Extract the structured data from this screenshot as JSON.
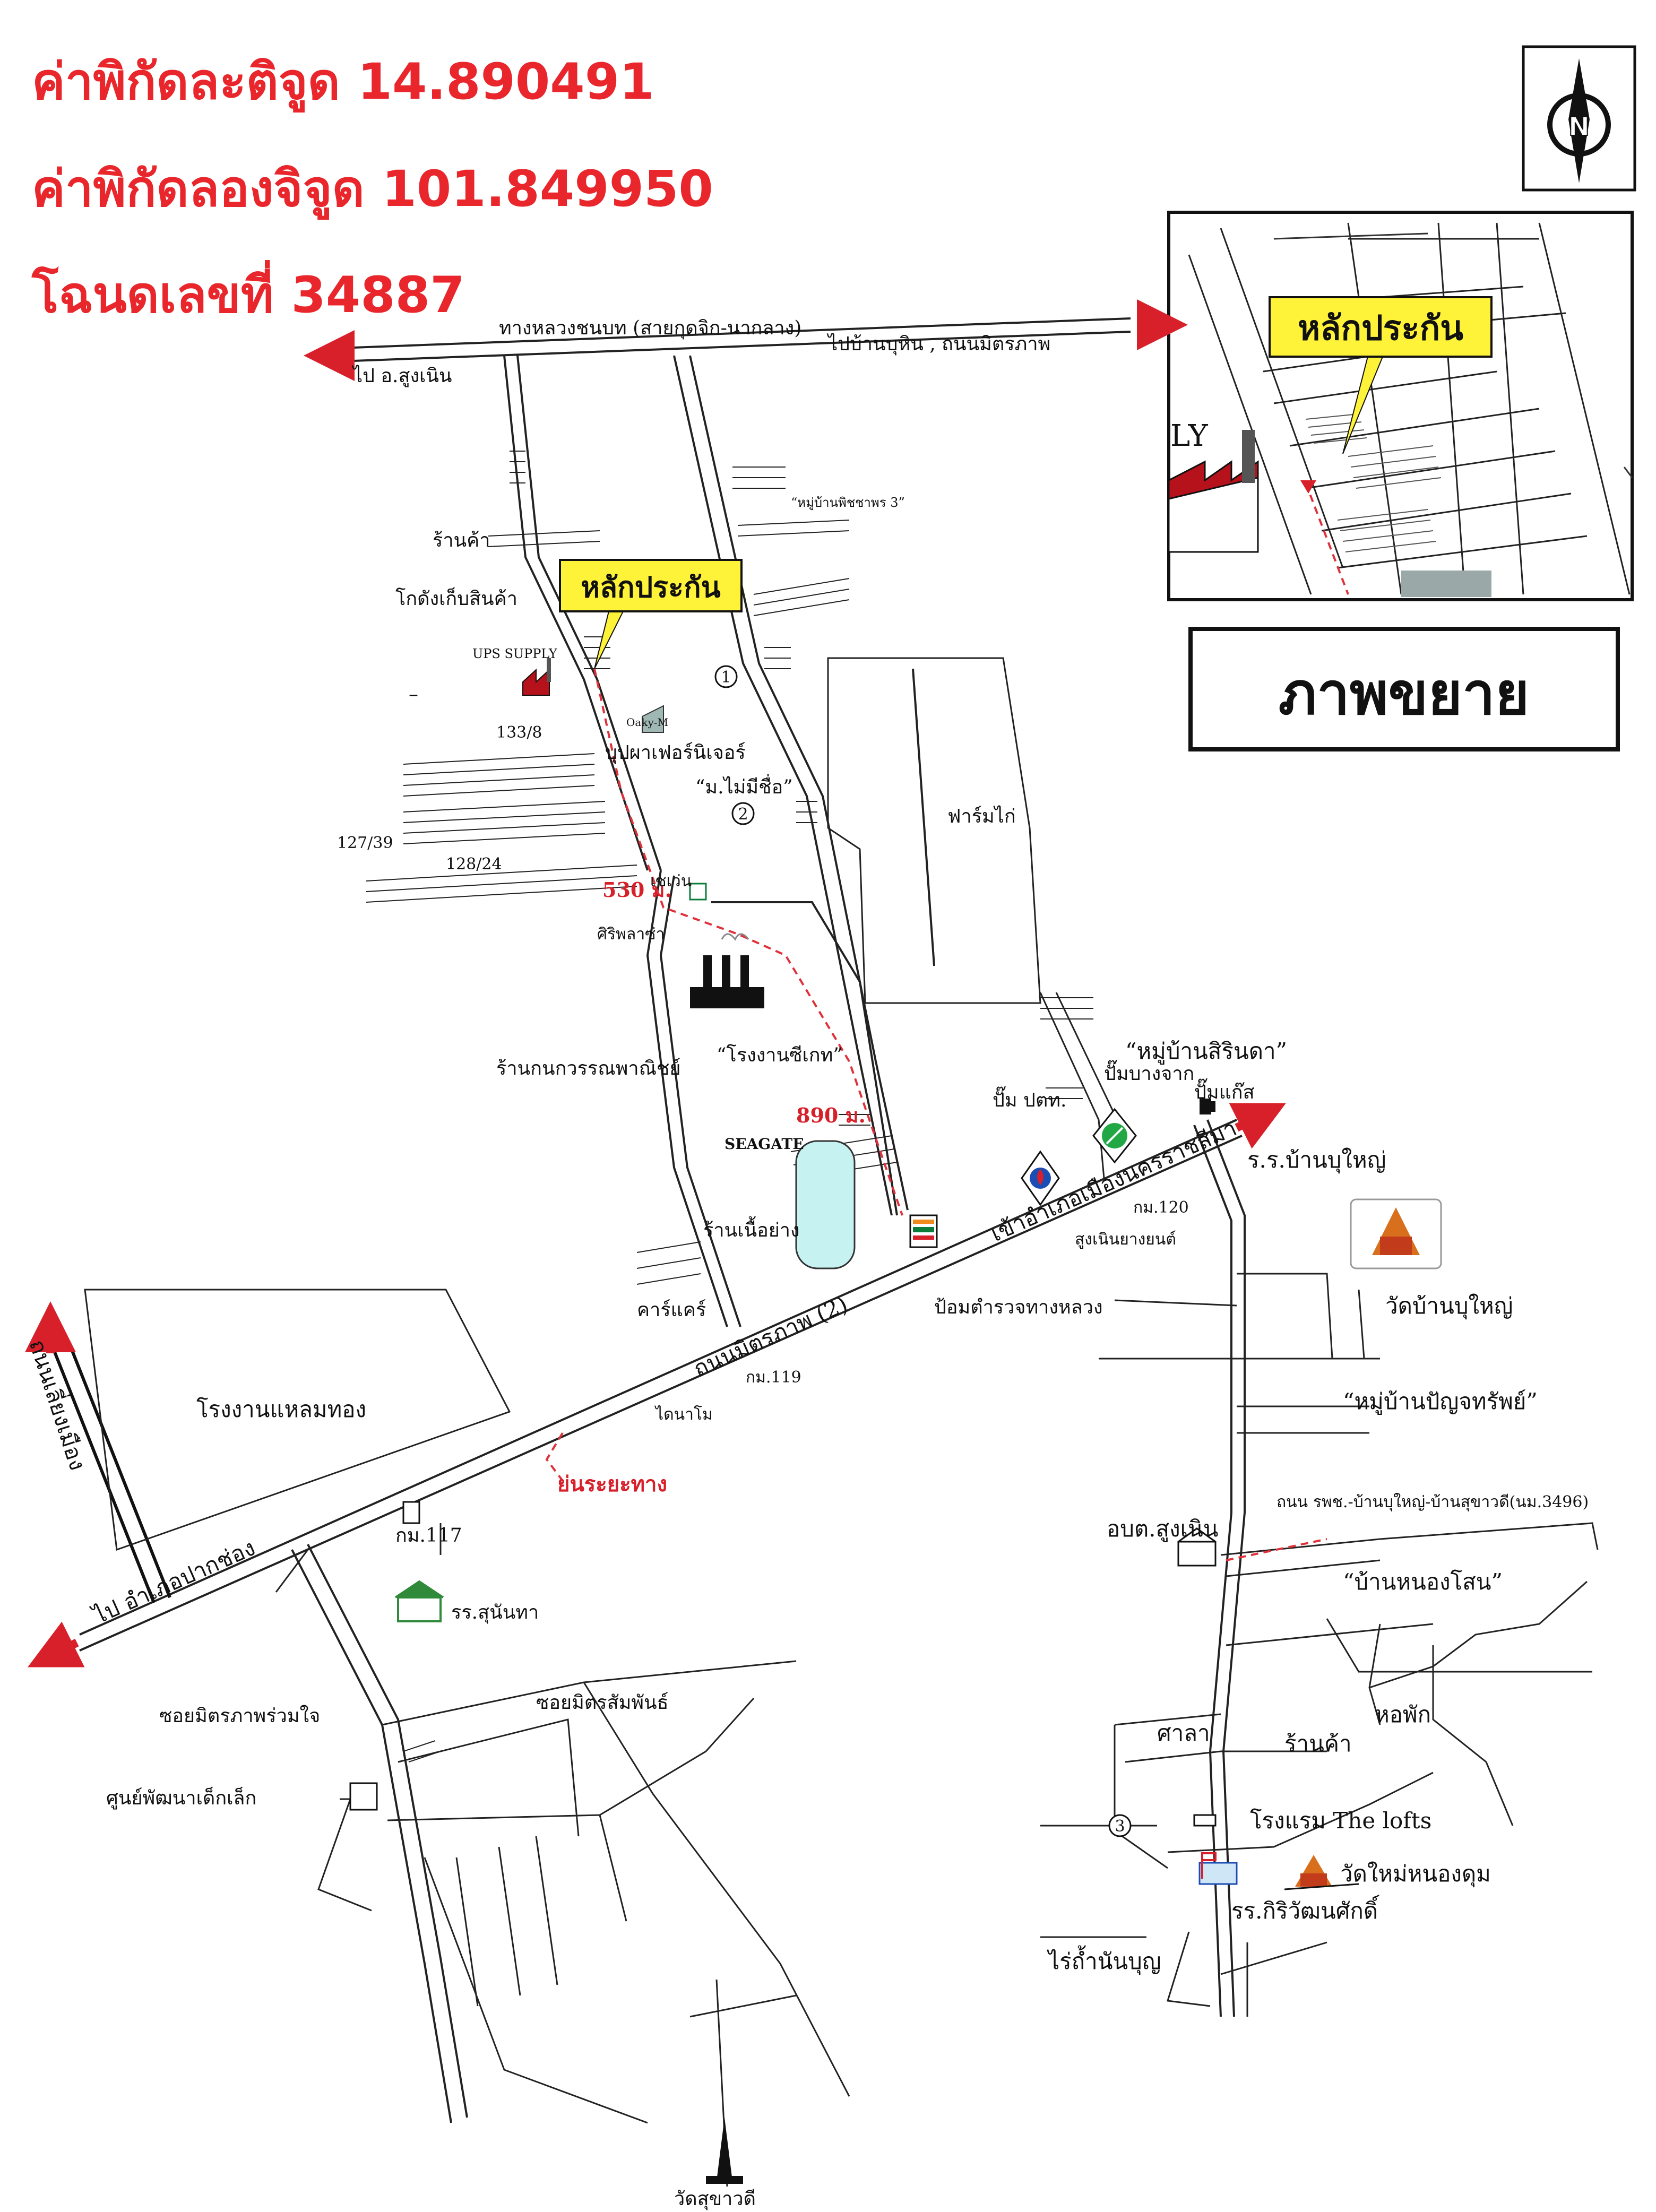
{
  "header": {
    "lat": "ค่าพิกัดละติจูด 14.890491",
    "lng": "ค่าพิกัดลองจิจูด 101.849950",
    "deed": "โฉนดเลขที่ 34887"
  },
  "compass": {
    "letter": "N"
  },
  "inset": {
    "marker": "หลักประกัน",
    "building_text": "LY"
  },
  "zoom_caption": "ภาพขยาย",
  "marker_main": "หลักประกัน",
  "roads": {
    "top_road": "ทางหลวงชนบท (สายกุดจิก-นากลาง)",
    "to_sungnoen": "ไป อ.สูงเนิน",
    "to_ban_buhin": "ไปบ้านบุหิน , ถนนมิตรภาพ",
    "mittraphap": "ถนนมิตรภาพ (2)",
    "to_korat": "เข้าอำเภอเมืองนครราชสีมา",
    "to_pakchong": "ไป อำเภอปากช่อง",
    "left_vertical": "ถนนเลี่ยงเมือง",
    "rps_road": "ถนน รพช.-บ้านบุใหญ่-บ้านสุขาวดี(นม.3496)"
  },
  "places": {
    "shop1": "ร้านค้า",
    "warehouse": "โกดังเก็บสินค้า",
    "ups": "UPS SUPPLY",
    "dash_mark": "–",
    "oaky": "Oaky-M",
    "furniture": "บุปผาเฟอร์นิเจอร์",
    "no_name_village": "“ม.ไม่มีชื่อ”",
    "phitchaya": "“หมู่บ้านพิชชาพร 3”",
    "h133": "133/8",
    "h127": "127/39",
    "h128": "128/24",
    "dist530": "530 ม.",
    "seven": "เซเว่น",
    "siri": "ศิริพลาซ่า",
    "farm": "ฟาร์มไก่",
    "seagate_factory": "“โรงงานซีเกท”",
    "seagate": "SEAGATE",
    "dist890": "890 ม.",
    "kanok": "ร้านกนกวรรณพาณิชย์",
    "meat_shop": "ร้านเนื้อย่าง",
    "carcare": "คาร์แคร์",
    "km119": "กม.119",
    "dino": "ไดนาโม",
    "laemthong": "โรงงานแหลมทอง",
    "shortened": "ย่นระยะทาง",
    "km117": "กม.117",
    "sunanta": "รร.สุนันทา",
    "soi_ruamjai": "ซอยมิตรภาพร่วมใจ",
    "soi_samphan": "ซอยมิตรสัมพันธ์",
    "child_center": "ศูนย์พัฒนาเด็กเล็ก",
    "wat_sukhawadi": "วัดสุขาวดี",
    "sirinda": "“หมู่บ้านสิรินดา”",
    "pump_bangchak": "ปั๊มบางจาก",
    "pump_gas": "ปั๊มแก๊ส",
    "pump_ptt": "ปั๊ม ปตท.",
    "km120": "กม.120",
    "sungnoen_yont": "สูงเนินยางยนต์",
    "police": "ป้อมตำรวจทางหลวง",
    "school_bu": "ร.ร.บ้านบุใหญ่",
    "wat_bu": "วัดบ้านบุใหญ่",
    "panja": "“หมู่บ้านปัญจทรัพย์”",
    "obt": "อบต.สูงเนิน",
    "nongson": "“บ้านหนองโสน”",
    "sala": "ศาลา",
    "shop2": "ร้านค้า",
    "dorm": "หอพัก",
    "lofts": "โรงแรม The lofts",
    "wat_nongdum": "วัดใหม่หนองดุม",
    "kiriwat": "รร.กิริวัฒนศักดิ์",
    "rai": "ไร่ถ้ำนันบุญ"
  },
  "circle_labels": [
    "1",
    "2",
    "3"
  ],
  "colors": {
    "header_red": "#e8262b",
    "marker_yellow": "#fff33a",
    "arrow_red": "#d8202a"
  }
}
